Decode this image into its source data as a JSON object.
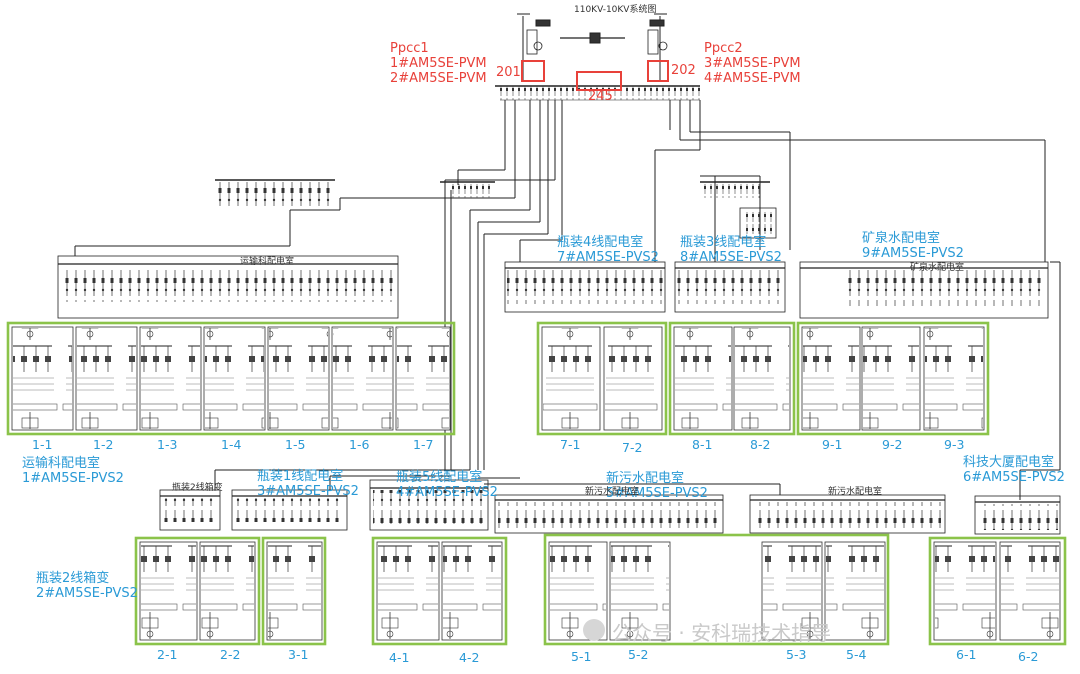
{
  "title": "110KV-10KV系统图",
  "pcc": [
    {
      "id": "ppcc1",
      "name": "Ppcc1",
      "meters": [
        "1#AM5SE-PVM",
        "2#AM5SE-PVM"
      ]
    },
    {
      "id": "ppcc2",
      "name": "Ppcc2",
      "meters": [
        "3#AM5SE-PVM",
        "4#AM5SE-PVM"
      ]
    }
  ],
  "switch_numbers": {
    "left": "201",
    "mid": "245",
    "right": "202"
  },
  "rooms": [
    {
      "id": "room-1",
      "name": "运输科配电室",
      "meter": "1#AM5SE-PVS2"
    },
    {
      "id": "room-2",
      "name": "瓶装2线箱变",
      "meter": "2#AM5SE-PVS2"
    },
    {
      "id": "room-3",
      "name": "瓶装1线配电室",
      "meter": "3#AM5SE-PVS2"
    },
    {
      "id": "room-4",
      "name": "瓶装5线配电室",
      "meter": "4#AM5SE-PVS2"
    },
    {
      "id": "room-5",
      "name": "新污水配电室",
      "meter": "5#AM5SE-PVS2"
    },
    {
      "id": "room-6",
      "name": "科技大厦配电室",
      "meter": "6#AM5SE-PVS2"
    },
    {
      "id": "room-7",
      "name": "瓶装4线配电室",
      "meter": "7#AM5SE-PVS2"
    },
    {
      "id": "room-8",
      "name": "瓶装3线配电室",
      "meter": "8#AM5SE-PVS2"
    },
    {
      "id": "room-9",
      "name": "矿泉水配电室",
      "meter": "9#AM5SE-PVS2"
    }
  ],
  "panel_labels": [
    "1-1",
    "1-2",
    "1-3",
    "1-4",
    "1-5",
    "1-6",
    "1-7",
    "7-1",
    "7-2",
    "8-1",
    "8-2",
    "9-1",
    "9-2",
    "9-3",
    "2-1",
    "2-2",
    "3-1",
    "4-1",
    "4-2",
    "5-1",
    "5-2",
    "5-3",
    "5-4",
    "6-1",
    "6-2"
  ],
  "bus_titles": {
    "yunshu": "运输科配电室",
    "kuangquan": "矿泉水配电室",
    "xinwushui_a": "新污水配电室",
    "xinwushui_b": "新污水配电室",
    "pingzhuang2": "瓶装2线箱变"
  },
  "watermark": "公众号 · 安科瑞技术指导"
}
